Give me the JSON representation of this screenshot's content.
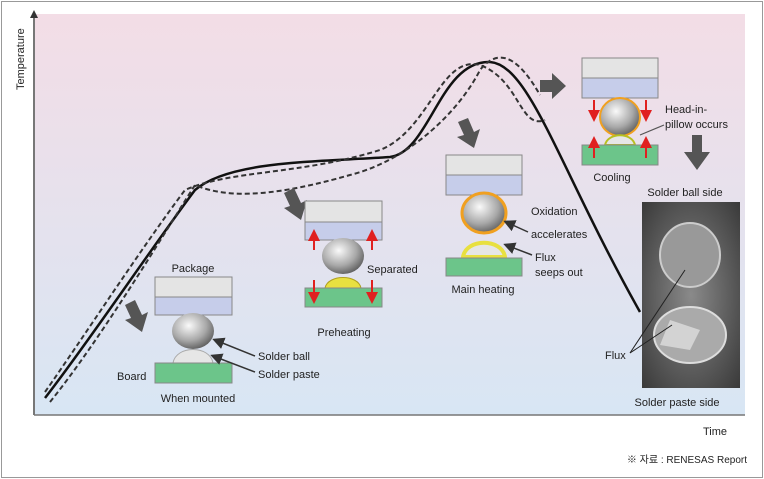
{
  "axes": {
    "y_label": "Temperature",
    "x_label": "Time"
  },
  "stages": {
    "mounted": {
      "title": "When mounted",
      "package": "Package",
      "board": "Board",
      "ball": "Solder ball",
      "paste": "Solder paste"
    },
    "preheating": {
      "title": "Preheating",
      "note": "Separated"
    },
    "main_heating": {
      "title": "Main heating",
      "oxidation": "Oxidation",
      "accelerates": "accelerates",
      "flux": "Flux",
      "seeps": "seeps out"
    },
    "cooling": {
      "title": "Cooling",
      "hip1": "Head-in-",
      "hip2": "pillow occurs"
    }
  },
  "photo": {
    "top_label": "Solder ball side",
    "bottom_label": "Solder paste side",
    "flux": "Flux"
  },
  "source": "※ 자료 : RENESAS Report",
  "colors": {
    "package": "#e4e4e4",
    "substrate": "#c6cdea",
    "board": "#6cc58a",
    "flux": "#e8e040",
    "oxide": "#f0a020",
    "stress_arrow": "#e02020",
    "curve": "#111111"
  }
}
